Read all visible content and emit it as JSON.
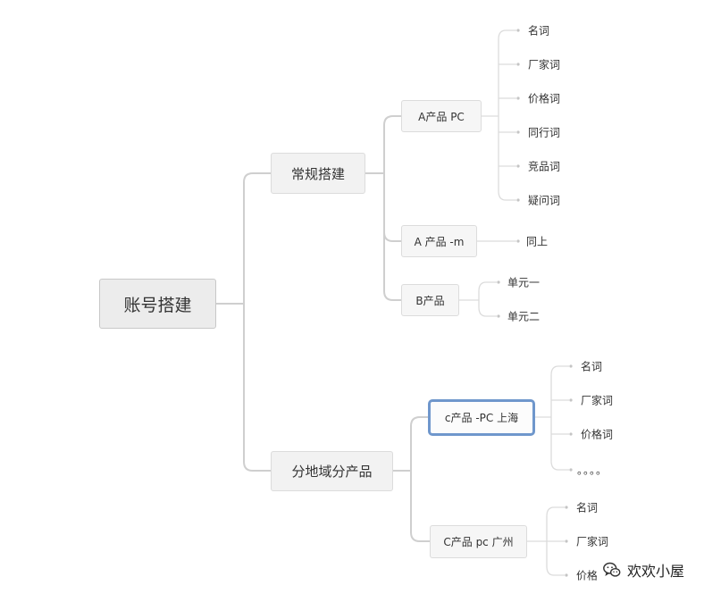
{
  "root": "账号搭建",
  "branches": {
    "regular": "常规搭建",
    "regional": "分地域分产品"
  },
  "products": {
    "a_pc": "A产品  PC",
    "a_m": "A 产品 -m",
    "b": "B产品",
    "c_pc_shanghai": "c产品 -PC 上海",
    "c_pc_guangzhou": "C产品 pc 广州"
  },
  "leaves": {
    "a_pc": [
      "名词",
      "厂家词",
      "价格词",
      "同行词",
      "竞品词",
      "疑问词"
    ],
    "a_m": [
      "同上"
    ],
    "b": [
      "单元一",
      "单元二"
    ],
    "c_shanghai": [
      "名词",
      "厂家词",
      "价格词",
      "。。。。"
    ],
    "c_guangzhou": [
      "名词",
      "厂家词",
      "价格词"
    ]
  },
  "watermark": "欢欢小屋",
  "colors": {
    "line": "#cfcfcf",
    "selected_border": "#6f97cc"
  }
}
